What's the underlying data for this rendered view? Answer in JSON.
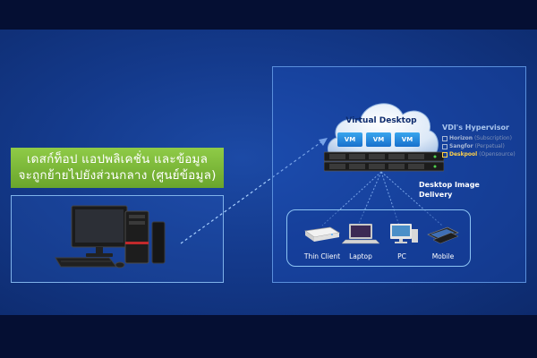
{
  "left_panel": {
    "thai_line_1": "เดสก์ท็อป แอปพลิเคชั่น และข้อมูล",
    "thai_line_2": "จะถูกย้ายไปยังส่วนกลาง (ศูนย์ข้อมูล)"
  },
  "datacenter": {
    "cloud_title": "Virtual Desktop",
    "vm_labels": [
      "VM",
      "VM",
      "VM"
    ],
    "hypervisor": {
      "title": "VDI's Hypervisor",
      "items": [
        {
          "name": "Horizon",
          "tag": "(Subscription)",
          "highlight": false
        },
        {
          "name": "Sangfor",
          "tag": "(Perpetual)",
          "highlight": false
        },
        {
          "name": "Deskpool",
          "tag": "(Opensource)",
          "highlight": true
        }
      ]
    },
    "delivery_line_1": "Desktop Image",
    "delivery_line_2": "Delivery",
    "endpoints": [
      "Thin Client",
      "Laptop",
      "PC",
      "Mobile"
    ]
  },
  "colors": {
    "label_green": "#7bbb39",
    "highlight_gold": "#ffd24a",
    "vm_blue": "#1f86dc"
  }
}
